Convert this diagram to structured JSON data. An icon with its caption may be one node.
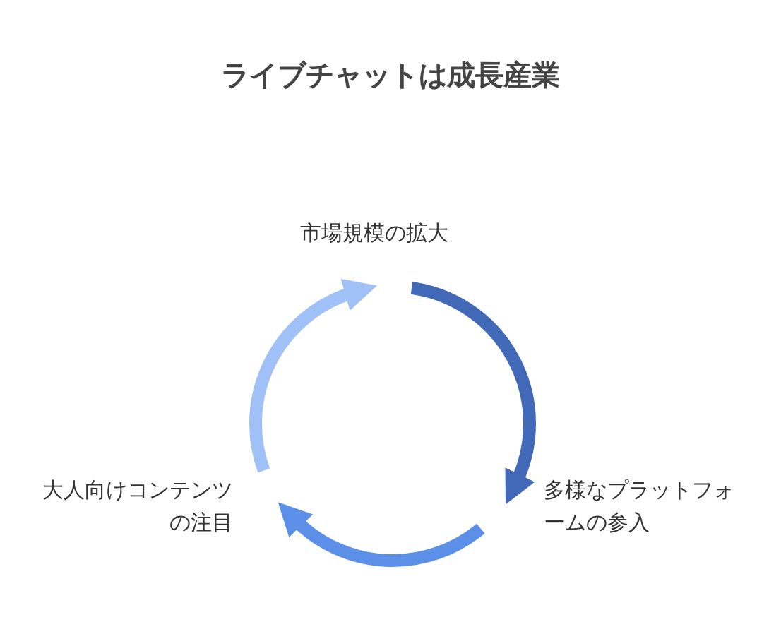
{
  "diagram": {
    "title": "ライブチャットは成長産業",
    "nodes": [
      {
        "text": [
          "市場規模の拡大"
        ]
      },
      {
        "text": [
          "多様なプラットフォームの参入"
        ]
      },
      {
        "text": [
          "大人向けコンテンツの注目"
        ]
      }
    ],
    "edges": [
      {
        "from": 0,
        "to": 1,
        "arrow": "to",
        "color": "#4169b8"
      },
      {
        "from": 1,
        "to": 2,
        "arrow": "to",
        "color": "#5b8fe8"
      },
      {
        "from": 2,
        "to": 0,
        "arrow": "to",
        "color": "#9fc1f8"
      }
    ]
  }
}
